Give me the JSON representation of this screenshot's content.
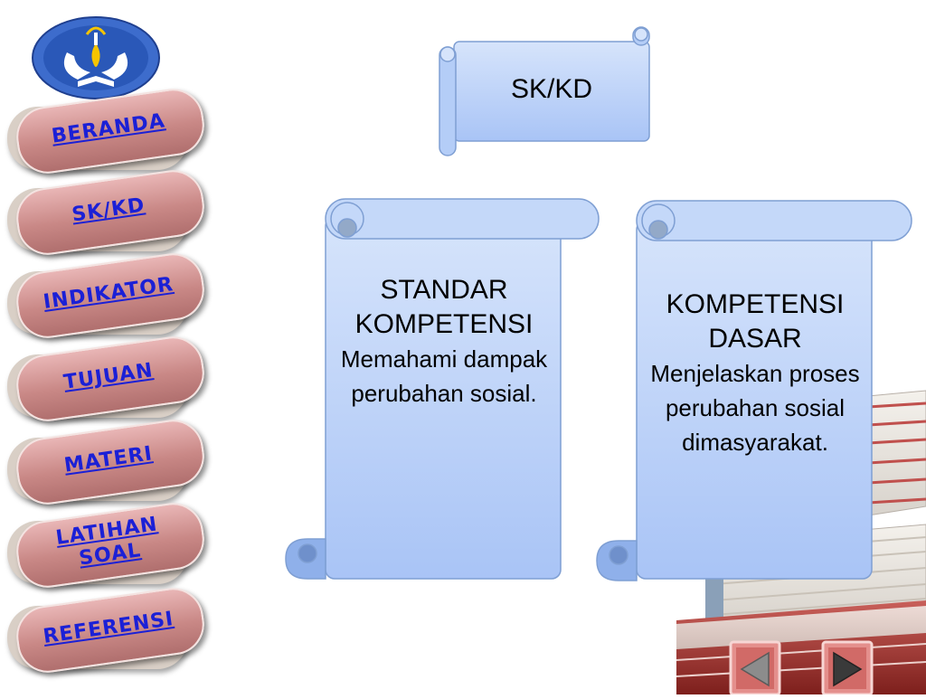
{
  "nav": {
    "items": [
      {
        "label": "BERANDA"
      },
      {
        "label": "SK/KD"
      },
      {
        "label": "INDIKATOR"
      },
      {
        "label": "TUJUAN"
      },
      {
        "label": "MATERI"
      },
      {
        "label": "LATIHAN SOAL"
      },
      {
        "label": "REFERENSI"
      }
    ]
  },
  "main": {
    "title": "SK/KD",
    "standar_kompetensi": {
      "heading": "STANDAR KOMPETENSI",
      "body": "Memahami dampak perubahan sosial."
    },
    "kompetensi_dasar": {
      "heading": "KOMPETENSI DASAR",
      "body": "Menjelaskan proses perubahan sosial dimasyarakat."
    }
  },
  "icons": {
    "logo": "tut-wuri-handayani-logo-icon",
    "previous": "previous-arrow-icon",
    "next": "next-arrow-icon"
  },
  "colors": {
    "nav_button": "#c98886",
    "nav_text": "#1b20d6",
    "scroll_fill": "#b7d0fb",
    "scroll_border": "#7f9fd3"
  }
}
